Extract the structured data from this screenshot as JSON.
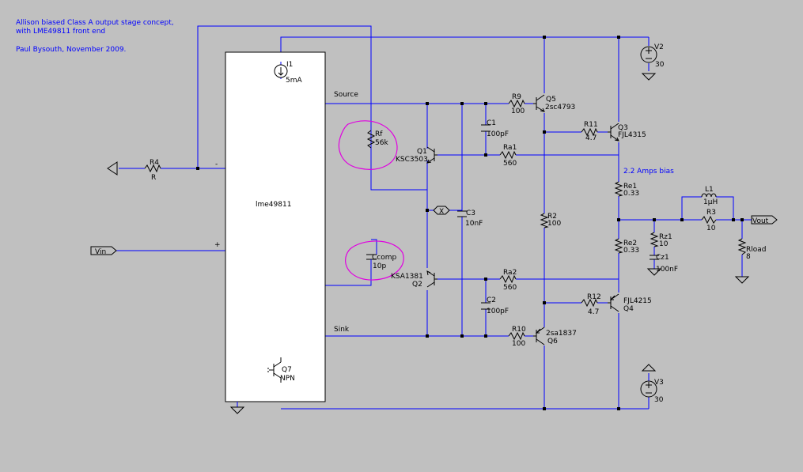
{
  "notes": {
    "line1": "Allison biased Class A output stage concept,",
    "line2": "with LME49811 front end",
    "line3": "Paul Bysouth,  November 2009."
  },
  "ic": {
    "name": "lme49811",
    "minus": "-",
    "plus": "+"
  },
  "nets": {
    "source": "Source",
    "sink": "Sink",
    "bias": "2.2 Amps bias",
    "node_x": "X",
    "vin": "Vin",
    "vout": "Vout"
  },
  "parts": {
    "I1": {
      "ref": "I1",
      "val": "5mA"
    },
    "Q7": {
      "ref": "Q7",
      "val": "NPN"
    },
    "R4": {
      "ref": "R4",
      "val": "R"
    },
    "Rf": {
      "ref": "Rf",
      "val": "56k"
    },
    "Ccomp": {
      "ref": "Ccomp",
      "val": "10p"
    },
    "Q1": {
      "ref": "Q1",
      "val": "KSC3503"
    },
    "Q2": {
      "ref": "Q2",
      "val": "KSA1381"
    },
    "C1": {
      "ref": "C1",
      "val": "100pF"
    },
    "C2": {
      "ref": "C2",
      "val": "100pF"
    },
    "C3": {
      "ref": "C3",
      "val": "10nF"
    },
    "R9": {
      "ref": "R9",
      "val": "100"
    },
    "R10": {
      "ref": "R10",
      "val": "100"
    },
    "Ra1": {
      "ref": "Ra1",
      "val": "560"
    },
    "Ra2": {
      "ref": "Ra2",
      "val": "560"
    },
    "Q5": {
      "ref": "Q5",
      "val": "2sc4793"
    },
    "Q6": {
      "ref": "Q6",
      "val": "2sa1837"
    },
    "R2": {
      "ref": "R2",
      "val": "100"
    },
    "R11": {
      "ref": "R11",
      "val": "4.7"
    },
    "R12": {
      "ref": "R12",
      "val": "4.7"
    },
    "Q3": {
      "ref": "Q3",
      "val": "FJL4315"
    },
    "Q4": {
      "ref": "Q4",
      "val": "FJL4215"
    },
    "Re1": {
      "ref": "Re1",
      "val": "0.33"
    },
    "Re2": {
      "ref": "Re2",
      "val": "0.33"
    },
    "Rz1": {
      "ref": "Rz1",
      "val": "10"
    },
    "Cz1": {
      "ref": "Cz1",
      "val": "100nF"
    },
    "L1": {
      "ref": "L1",
      "val": "1µH"
    },
    "R3": {
      "ref": "R3",
      "val": "10"
    },
    "Rload": {
      "ref": "Rload",
      "val": "8"
    },
    "V2": {
      "ref": "V2",
      "val": "30"
    },
    "V3": {
      "ref": "V3",
      "val": "30"
    }
  }
}
